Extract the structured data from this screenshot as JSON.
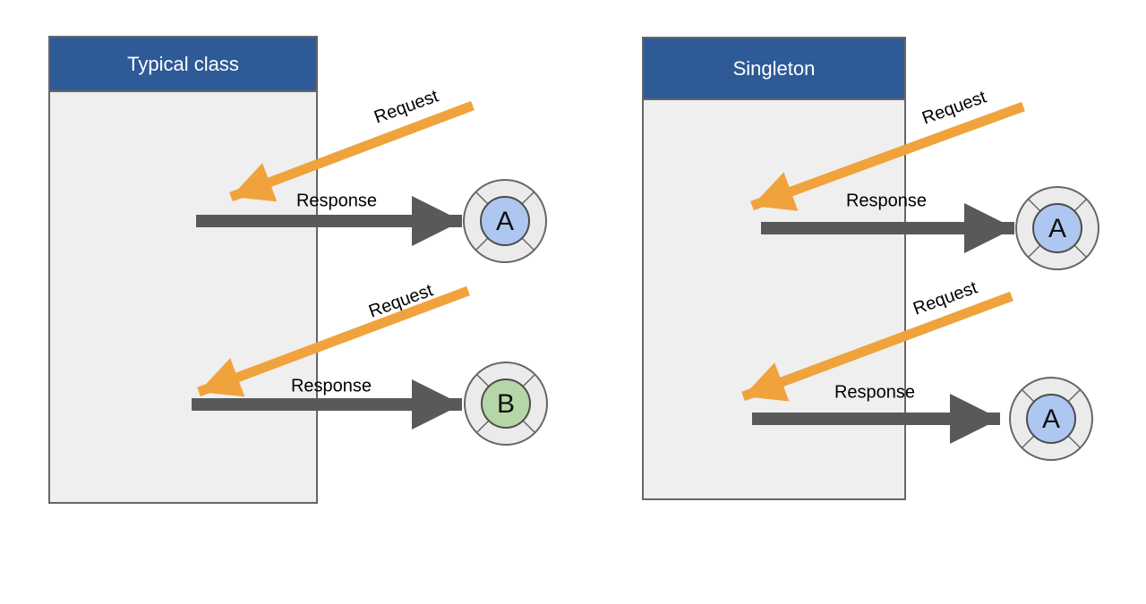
{
  "colors": {
    "header_blue": "#2E5B97",
    "panel_fill": "#EFEFEF",
    "panel_border": "#666666",
    "request_orange": "#F0A33C",
    "response_gray": "#595959",
    "ring_fill": "#EBEBEB",
    "ring_stroke": "#666666",
    "instance_a_fill": "#AEC7F0",
    "instance_b_fill": "#B5D7A8"
  },
  "panels": {
    "left": {
      "title": "Typical class",
      "flows": [
        {
          "request_label": "Request",
          "response_label": "Response",
          "instance": "A"
        },
        {
          "request_label": "Request",
          "response_label": "Response",
          "instance": "B"
        }
      ]
    },
    "right": {
      "title": "Singleton",
      "flows": [
        {
          "request_label": "Request",
          "response_label": "Response",
          "instance": "A"
        },
        {
          "request_label": "Request",
          "response_label": "Response",
          "instance": "A"
        }
      ]
    }
  }
}
